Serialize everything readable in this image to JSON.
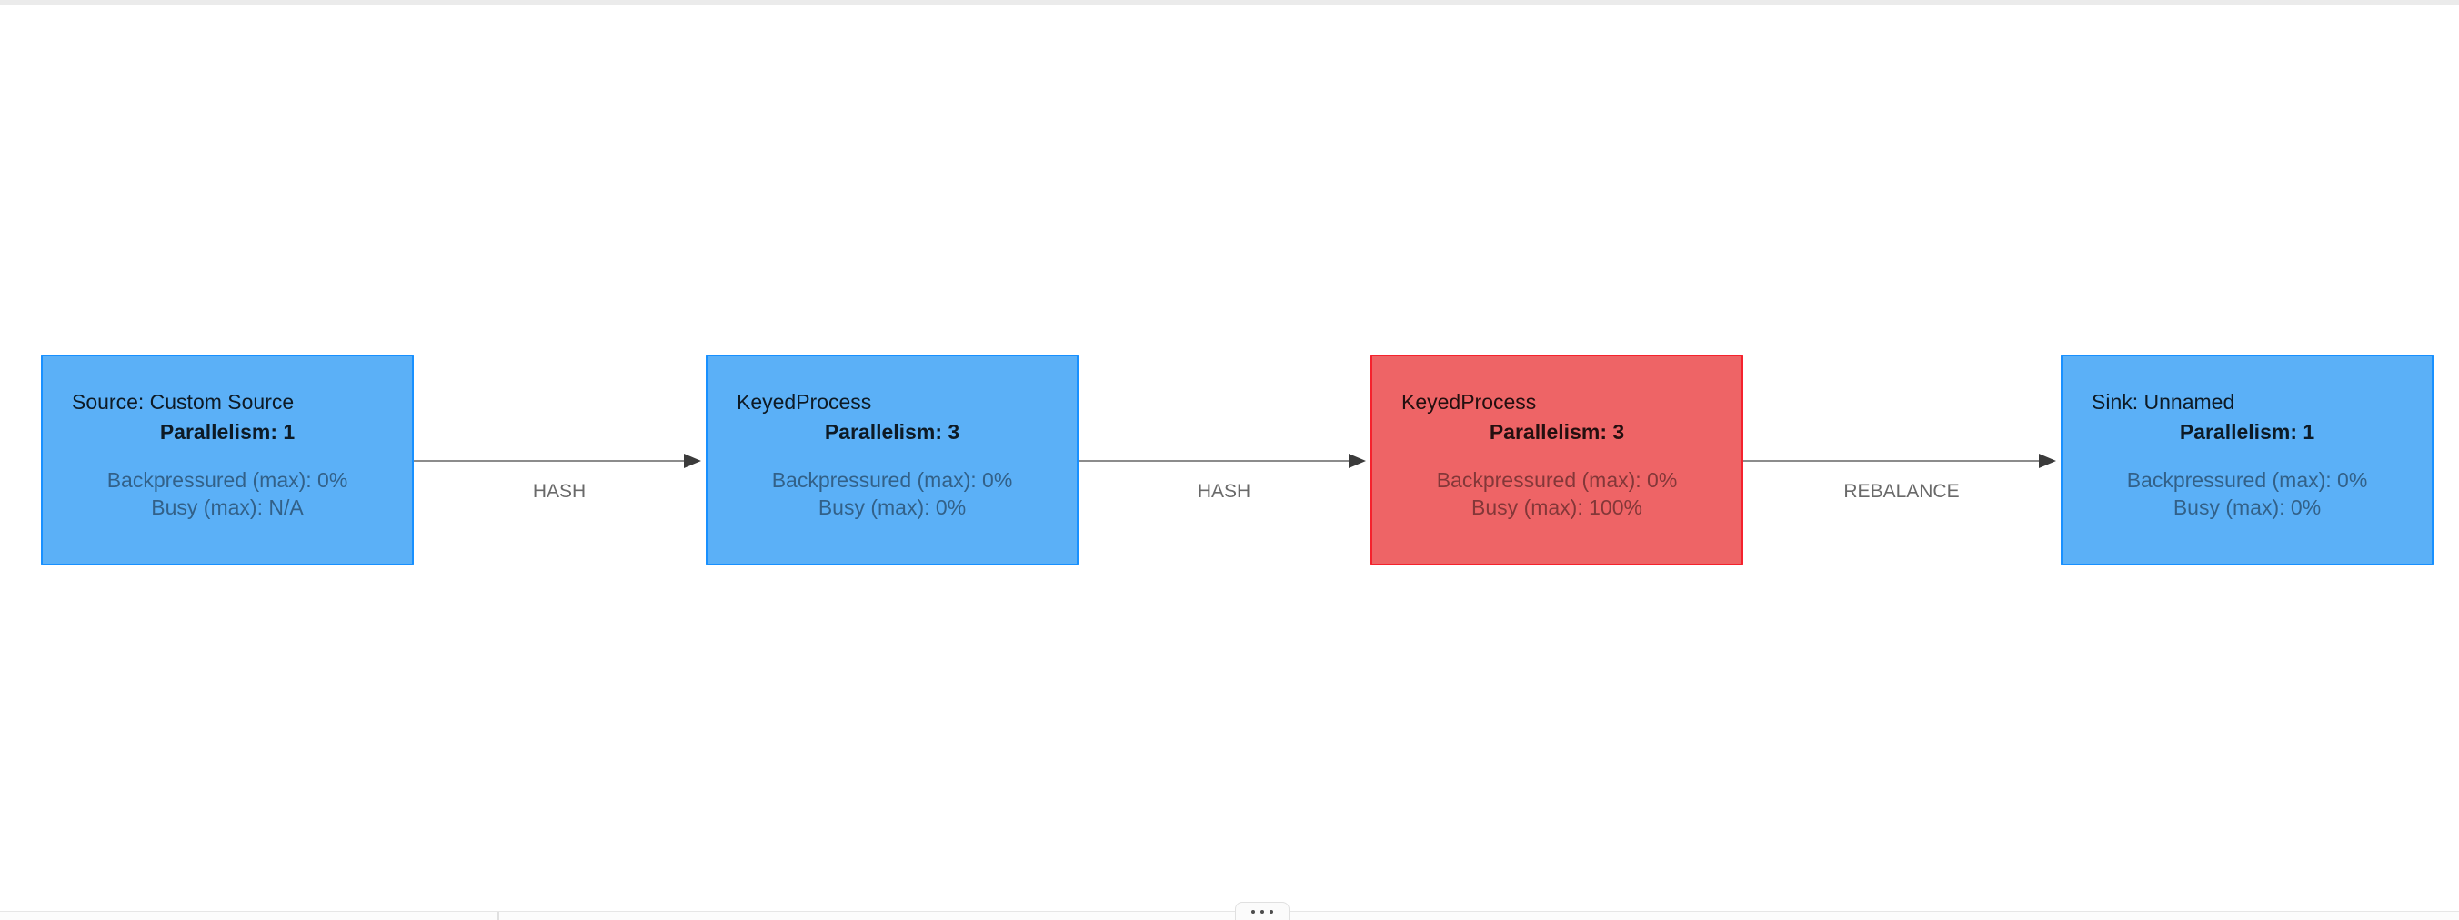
{
  "graph": {
    "nodes": [
      {
        "title": "Source: Custom Source",
        "parallelism_label": "Parallelism: 1",
        "state": "normal",
        "metrics": [
          "Backpressured (max): 0%",
          "Busy (max): N/A"
        ]
      },
      {
        "title": "KeyedProcess",
        "parallelism_label": "Parallelism: 3",
        "state": "normal",
        "metrics": [
          "Backpressured (max): 0%",
          "Busy (max): 0%"
        ]
      },
      {
        "title": "KeyedProcess",
        "parallelism_label": "Parallelism: 3",
        "state": "busy",
        "metrics": [
          "Backpressured (max): 0%",
          "Busy (max): 100%"
        ]
      },
      {
        "title": "Sink: Unnamed",
        "parallelism_label": "Parallelism: 1",
        "state": "normal",
        "metrics": [
          "Backpressured (max): 0%",
          "Busy (max): 0%"
        ]
      }
    ],
    "edges": [
      {
        "label": "HASH"
      },
      {
        "label": "HASH"
      },
      {
        "label": "REBALANCE"
      }
    ]
  },
  "colors": {
    "node_normal_fill": "#5BB0F7",
    "node_normal_border": "#1890FF",
    "node_busy_fill": "#EE6466",
    "node_busy_border": "#F5222D",
    "edge_line": "#8C8C8C",
    "edge_arrow": "#3B3B3B",
    "edge_label": "#696969",
    "top_scrollbar": "#EBEBEB",
    "bottom_line": "#E6E6E6",
    "expander_bg": "#FBFBFB",
    "expander_border": "#E0E0E0",
    "expander_dots": "#4D4D4D"
  }
}
